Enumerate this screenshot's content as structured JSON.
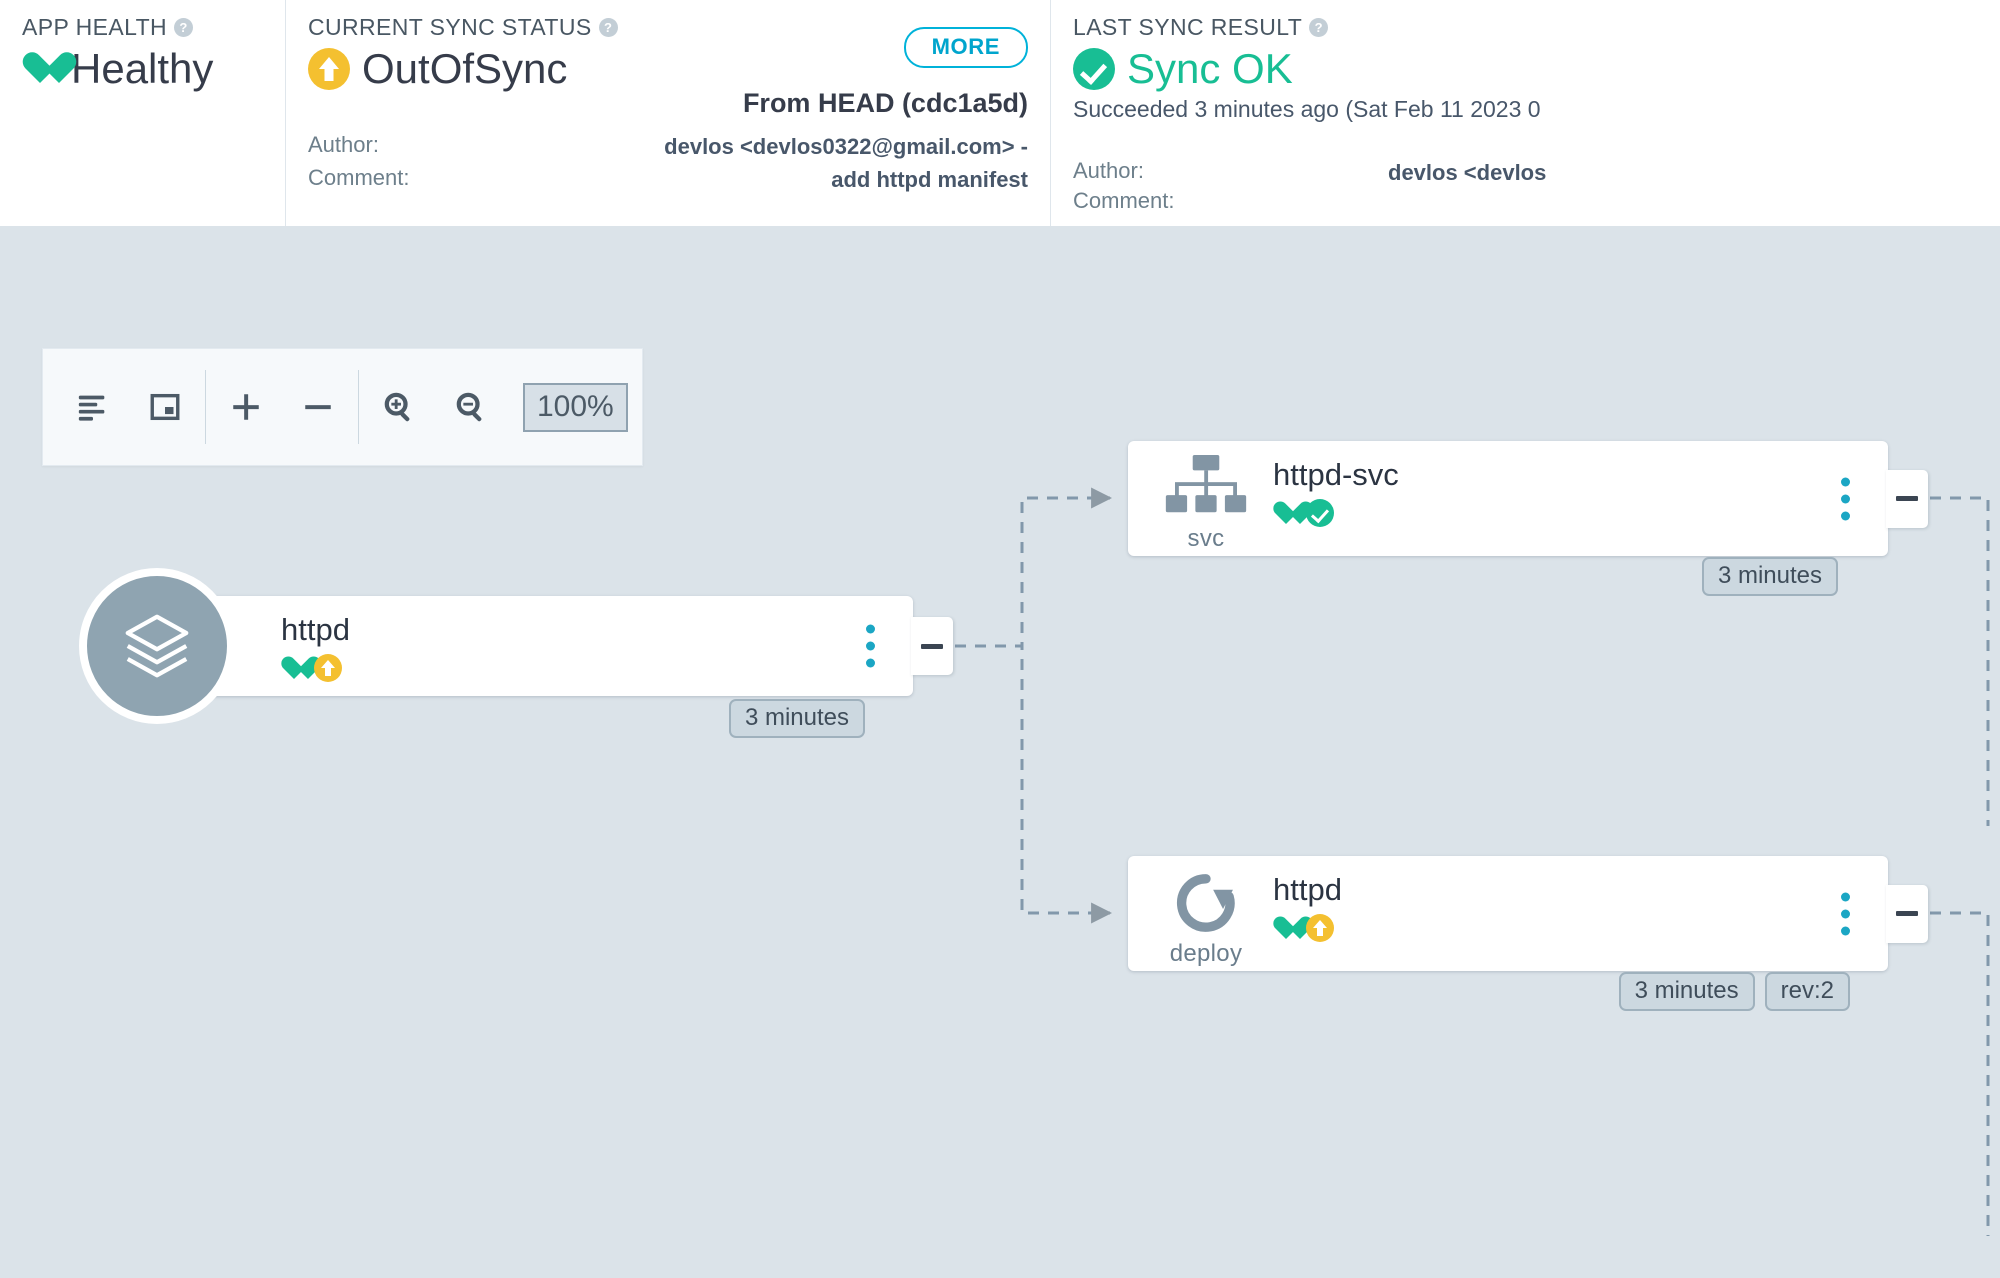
{
  "header": {
    "app_health": {
      "title": "APP HEALTH",
      "help_icon": "help-circle-icon",
      "status_icon": "heart-icon",
      "status": "Healthy"
    },
    "current_sync_status": {
      "title": "CURRENT SYNC STATUS",
      "help_icon": "help-circle-icon",
      "status_icon": "arrow-up-circle-icon",
      "status": "OutOfSync",
      "more_label": "MORE",
      "revision": "From HEAD (cdc1a5d)",
      "author_label": "Author:",
      "author_value": "devlos <devlos0322@gmail.com> -",
      "comment_label": "Comment:",
      "comment_value": "add httpd manifest"
    },
    "last_sync_result": {
      "title": "LAST SYNC RESULT",
      "help_icon": "help-circle-icon",
      "status_icon": "check-circle-icon",
      "status": "Sync OK",
      "succeeded": "Succeeded 3 minutes ago (Sat Feb 11 2023 0",
      "author_label": "Author:",
      "author_value": "devlos <devlos",
      "comment_label": "Comment:",
      "comment_value": ""
    }
  },
  "toolbar": {
    "buttons": [
      {
        "name": "toggle-compact-view-button",
        "icon": "list-lines-icon"
      },
      {
        "name": "fit-to-screen-button",
        "icon": "fit-screen-icon"
      },
      {
        "name": "expand-all-button",
        "icon": "plus-icon"
      },
      {
        "name": "collapse-all-button",
        "icon": "minus-icon"
      },
      {
        "name": "zoom-in-button",
        "icon": "magnifier-plus-icon"
      },
      {
        "name": "zoom-out-button",
        "icon": "magnifier-minus-icon"
      }
    ],
    "zoom_level": "100%"
  },
  "graph": {
    "nodes": [
      {
        "id": "app",
        "icon": "layers-stack-icon",
        "kind": "",
        "title": "httpd",
        "badges": [
          "heart-icon",
          "arrow-up-circle-icon"
        ],
        "pills": [
          "3 minutes"
        ],
        "kebab": "kebab-menu-icon",
        "collapse": "collapse-minus-icon"
      },
      {
        "id": "svc",
        "icon": "service-tree-icon",
        "kind": "svc",
        "title": "httpd-svc",
        "badges": [
          "heart-icon",
          "check-circle-icon"
        ],
        "pills": [
          "3 minutes"
        ],
        "kebab": "kebab-menu-icon",
        "collapse": "collapse-minus-icon"
      },
      {
        "id": "deploy",
        "icon": "rotate-arrow-icon",
        "kind": "deploy",
        "title": "httpd",
        "badges": [
          "heart-icon",
          "arrow-up-circle-icon"
        ],
        "pills": [
          "3 minutes",
          "rev:2"
        ],
        "kebab": "kebab-menu-icon",
        "collapse": "collapse-minus-icon"
      }
    ]
  },
  "colors": {
    "healthy_green": "#18be94",
    "out_of_sync_amber": "#f4c030",
    "accent_cyan": "#00b2d9",
    "kebab_teal": "#1ba6c4",
    "canvas_bg": "#dbe3e9",
    "node_icon_grey": "#8295a4",
    "text_dark": "#363c4a"
  }
}
